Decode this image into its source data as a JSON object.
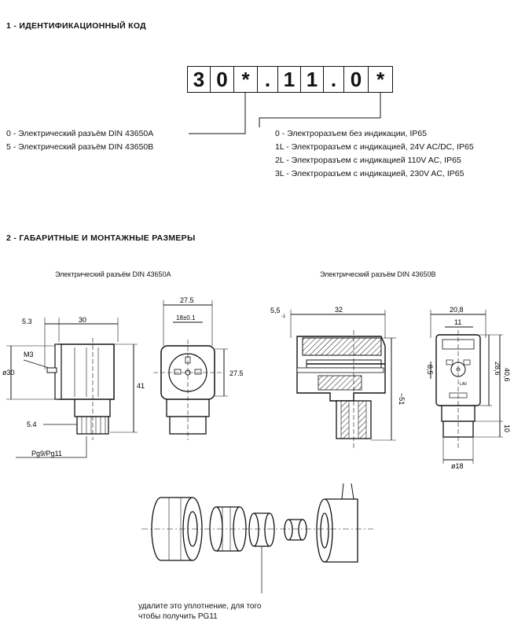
{
  "section1": {
    "title": "1 - ИДЕНТИФИКАЦИОННЫЙ КОД",
    "code_chars": [
      "3",
      "0",
      "*",
      ".",
      "1",
      "1",
      ".",
      "0",
      "*"
    ],
    "left_options": [
      "0 - Электрический разъём  DIN  43650A",
      "5 - Электрический разъём  DIN  43650B"
    ],
    "right_options": [
      "0 - Электроразъем без индикации, IP65",
      "1L - Электроразъем с индикацией, 24V AC/DC, IP65",
      "2L - Электроразъем с индикацией 110V AC, IP65",
      "3L - Электроразъем с индикацией, 230V AC, IP65"
    ]
  },
  "section2": {
    "title": "2 - ГАБАРИТНЫЕ И МОНТАЖНЫЕ РАЗМЕРЫ",
    "caption_a": "Электрический разъём  DIN  43650A",
    "caption_b": "Электрический разъём  DIN  43650B",
    "dims_a": {
      "d1": "5.3",
      "d2": "30",
      "d3": "M3",
      "d4": "ø30",
      "d5": "41",
      "d6": "5.4",
      "d7": "Pg9/Pg11",
      "d8": "27.5",
      "d9": "18±0.1",
      "d10": "27.5"
    },
    "dims_b": {
      "d1": "5,5",
      "d1_sub": "-1",
      "d2": "32",
      "d3": "~51",
      "d4": "20,8",
      "d5": "11",
      "d6": "28,6",
      "d7": "40,6",
      "d8": "8,5",
      "d9": "10",
      "d10": "ø18",
      "label_lav": "LAV"
    },
    "note": [
      "удалите это уплотнение, для того",
      "чтобы получить PG11"
    ]
  }
}
